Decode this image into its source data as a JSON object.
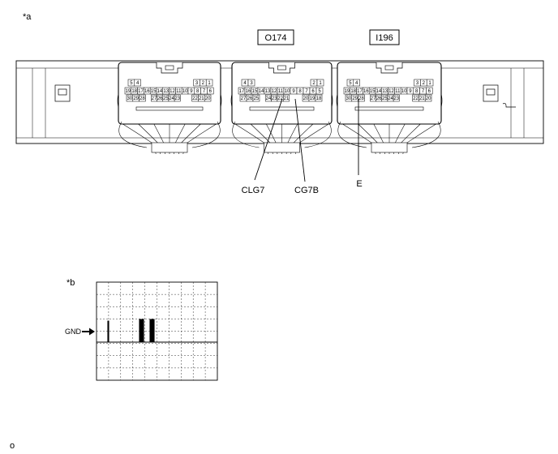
{
  "figure_a": {
    "marker": "*a",
    "connector_tags": [
      "O174",
      "I196"
    ],
    "connectors": [
      {
        "name": "left",
        "top_left": [
          "5",
          "4"
        ],
        "top_right": [
          "3",
          "2",
          "1"
        ],
        "row2": [
          "19",
          "18",
          "17",
          "16",
          "15",
          "14",
          "13",
          "12",
          "11",
          "10",
          "9",
          "8",
          "7",
          "6"
        ],
        "row3_left": [
          "30",
          "29",
          "28"
        ],
        "row3_mid": [
          "27",
          "26",
          "25",
          "24",
          "23"
        ],
        "row3_right": [
          "22",
          "21",
          "20"
        ]
      },
      {
        "name": "middle",
        "top_left": [
          "4",
          "3"
        ],
        "top_right": [
          "2",
          "1"
        ],
        "row2": [
          "17",
          "16",
          "15",
          "14",
          "13",
          "12",
          "11",
          "10",
          "9",
          "8",
          "7",
          "6",
          "5"
        ],
        "row3_left": [
          "27",
          "26",
          "25"
        ],
        "row3_mid": [
          "24",
          "23",
          "22",
          "21"
        ],
        "row3_right": [
          "20",
          "19",
          "18"
        ]
      },
      {
        "name": "right",
        "top_left": [
          "5",
          "4"
        ],
        "top_right": [
          "3",
          "2",
          "1"
        ],
        "row2": [
          "19",
          "18",
          "17",
          "16",
          "15",
          "14",
          "13",
          "12",
          "11",
          "10",
          "9",
          "8",
          "7",
          "6"
        ],
        "row3_left": [
          "30",
          "29",
          "28"
        ],
        "row3_mid": [
          "27",
          "26",
          "25",
          "24",
          "23"
        ],
        "row3_right": [
          "22",
          "21",
          "20"
        ]
      }
    ],
    "callouts": [
      "CLG7",
      "CG7B",
      "E"
    ]
  },
  "figure_b": {
    "marker": "*b",
    "ground_label": "GND"
  },
  "footer_text": "o"
}
